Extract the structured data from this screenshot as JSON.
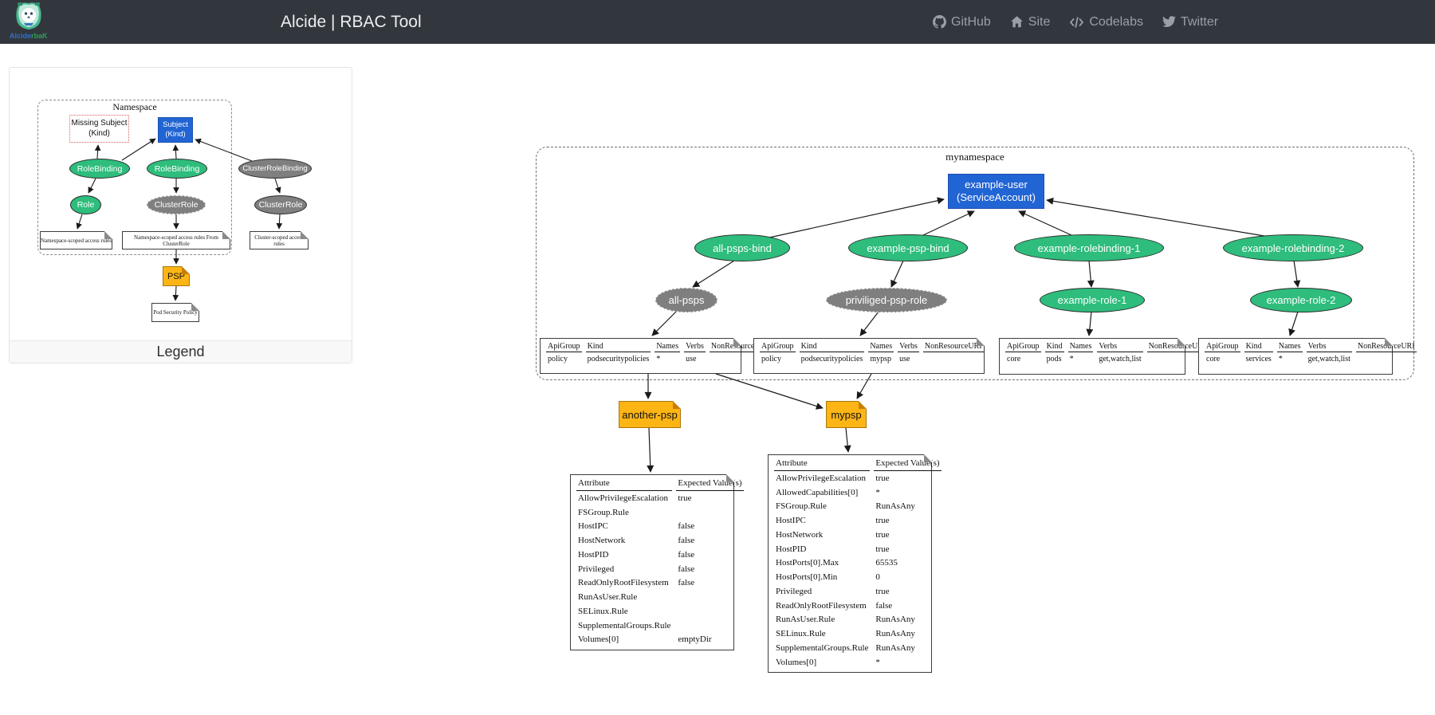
{
  "navbar": {
    "title": "Alcide | RBAC Tool",
    "brand_alcide": "Alcide",
    "brand_rbak": "rbaK",
    "links": [
      {
        "label": "GitHub",
        "icon": "github-icon"
      },
      {
        "label": "Site",
        "icon": "home-icon"
      },
      {
        "label": "Codelabs",
        "icon": "code-icon"
      },
      {
        "label": "Twitter",
        "icon": "twitter-icon"
      }
    ]
  },
  "legend": {
    "caption": "Legend",
    "cluster_label": "Namespace",
    "missing_subject": {
      "line1": "Missing Subject",
      "line2": "(Kind)"
    },
    "subject": {
      "line1": "Subject",
      "line2": "(Kind)"
    },
    "rolebinding1": "RoleBinding",
    "rolebinding2": "RoleBinding",
    "clusterrolebinding": "ClusterRoleBinding",
    "role": "Role",
    "clusterrole_dashed": "ClusterRole",
    "clusterrole": "ClusterRole",
    "note_ns_rules": "Namespace-scoped access rules",
    "note_ns_rules_cr": "Namespace-scoped access rules From ClusterRole",
    "note_cluster_rules": "Cluster-scoped access rules",
    "psp": "PSP",
    "note_psp": "Pod Security Policy"
  },
  "diagram": {
    "cluster_label": "mynamespace",
    "subject": {
      "line1": "example-user",
      "line2": "(ServiceAccount)"
    },
    "bindings": [
      "all-psps-bind",
      "example-psp-bind",
      "example-rolebinding-1",
      "example-rolebinding-2"
    ],
    "roles": [
      "all-psps",
      "priviliged-psp-role",
      "example-role-1",
      "example-role-2"
    ],
    "rule_tables": [
      {
        "headers": [
          "ApiGroup",
          "Kind",
          "Names",
          "Verbs",
          "NonResourceURI"
        ],
        "rows": [
          [
            "policy",
            "podsecuritypolicies",
            "*",
            "use",
            ""
          ]
        ]
      },
      {
        "headers": [
          "ApiGroup",
          "Kind",
          "Names",
          "Verbs",
          "NonResourceURI"
        ],
        "rows": [
          [
            "policy",
            "podsecuritypolicies",
            "mypsp",
            "use",
            ""
          ]
        ]
      },
      {
        "headers": [
          "ApiGroup",
          "Kind",
          "Names",
          "Verbs",
          "NonResourceURI"
        ],
        "rows": [
          [
            "core",
            "pods",
            "*",
            "get,watch,list",
            ""
          ]
        ]
      },
      {
        "headers": [
          "ApiGroup",
          "Kind",
          "Names",
          "Verbs",
          "NonResourceURI"
        ],
        "rows": [
          [
            "core",
            "services",
            "*",
            "get,watch,list",
            ""
          ]
        ]
      }
    ],
    "psp_nodes": [
      "another-psp",
      "mypsp"
    ],
    "psp_tables": [
      {
        "headers": [
          "Attribute",
          "Expected Value(s)"
        ],
        "rows": [
          [
            "AllowPrivilegeEscalation",
            "true"
          ],
          [
            "FSGroup.Rule",
            ""
          ],
          [
            "HostIPC",
            "false"
          ],
          [
            "HostNetwork",
            "false"
          ],
          [
            "HostPID",
            "false"
          ],
          [
            "Privileged",
            "false"
          ],
          [
            "ReadOnlyRootFilesystem",
            "false"
          ],
          [
            "RunAsUser.Rule",
            ""
          ],
          [
            "SELinux.Rule",
            ""
          ],
          [
            "SupplementalGroups.Rule",
            ""
          ],
          [
            "Volumes[0]",
            "emptyDir"
          ]
        ]
      },
      {
        "headers": [
          "Attribute",
          "Expected Value(s)"
        ],
        "rows": [
          [
            "AllowPrivilegeEscalation",
            "true"
          ],
          [
            "AllowedCapabilities[0]",
            "*"
          ],
          [
            "FSGroup.Rule",
            "RunAsAny"
          ],
          [
            "HostIPC",
            "true"
          ],
          [
            "HostNetwork",
            "true"
          ],
          [
            "HostPID",
            "true"
          ],
          [
            "HostPorts[0].Max",
            "65535"
          ],
          [
            "HostPorts[0].Min",
            "0"
          ],
          [
            "Privileged",
            "true"
          ],
          [
            "ReadOnlyRootFilesystem",
            "false"
          ],
          [
            "RunAsUser.Rule",
            "RunAsAny"
          ],
          [
            "SELinux.Rule",
            "RunAsAny"
          ],
          [
            "SupplementalGroups.Rule",
            "RunAsAny"
          ],
          [
            "Volumes[0]",
            "*"
          ]
        ]
      }
    ]
  },
  "colors": {
    "navbar_bg": "#32373d",
    "binding_green": "#2ebd7c",
    "role_gray": "#7f7f7f",
    "subject_blue": "#2164d4",
    "psp_orange": "#fdb515",
    "missing_red": "#e05c5c"
  }
}
